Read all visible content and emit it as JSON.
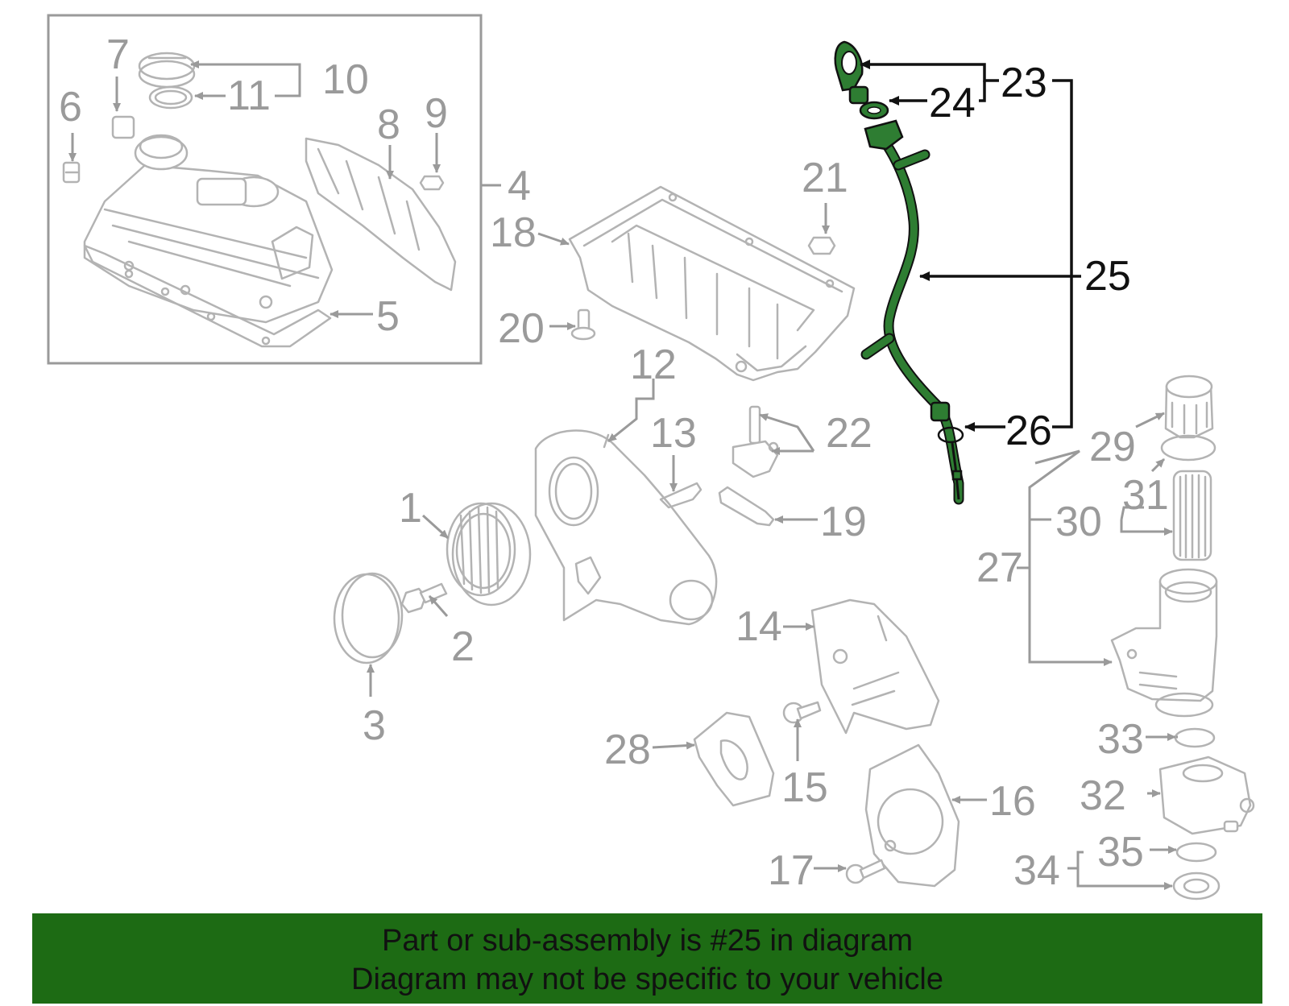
{
  "banner": {
    "line1": "Part or sub-assembly is #25 in diagram",
    "line2": "Diagram may not be specific to your vehicle"
  },
  "highlighted_part": "25",
  "colors": {
    "highlight": "#2e7d32",
    "banner": "#1d6b14",
    "parts": "#b3b3b3",
    "labels": "#9a9a9a"
  },
  "callouts": {
    "c1": "1",
    "c2": "2",
    "c3": "3",
    "c4": "4",
    "c5": "5",
    "c6": "6",
    "c7": "7",
    "c8": "8",
    "c9": "9",
    "c10": "10",
    "c11": "11",
    "c12": "12",
    "c13": "13",
    "c14": "14",
    "c15": "15",
    "c16": "16",
    "c17": "17",
    "c18": "18",
    "c19": "19",
    "c20": "20",
    "c21": "21",
    "c22": "22",
    "c23": "23",
    "c24": "24",
    "c25": "25",
    "c26": "26",
    "c27": "27",
    "c28": "28",
    "c29": "29",
    "c30": "30",
    "c31": "31",
    "c32": "32",
    "c33": "33",
    "c34": "34",
    "c35": "35"
  }
}
